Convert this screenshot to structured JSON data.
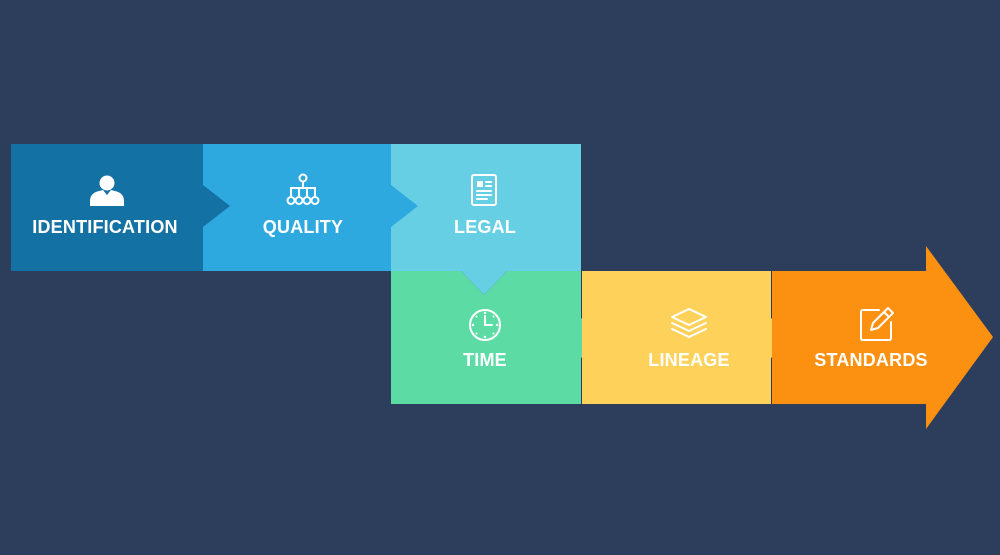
{
  "background_color": "#2c3e5c",
  "steps": [
    {
      "label": "IDENTIFICATION",
      "icon": "user-icon",
      "color": "#1471a3"
    },
    {
      "label": "QUALITY",
      "icon": "hierarchy-icon",
      "color": "#2ea9df"
    },
    {
      "label": "LEGAL",
      "icon": "document-icon",
      "color": "#66cfe3"
    },
    {
      "label": "TIME",
      "icon": "clock-icon",
      "color": "#5cdca4"
    },
    {
      "label": "LINEAGE",
      "icon": "layers-icon",
      "color": "#fdd15a"
    },
    {
      "label": "STANDARDS",
      "icon": "edit-icon",
      "color": "#fc9011"
    }
  ]
}
